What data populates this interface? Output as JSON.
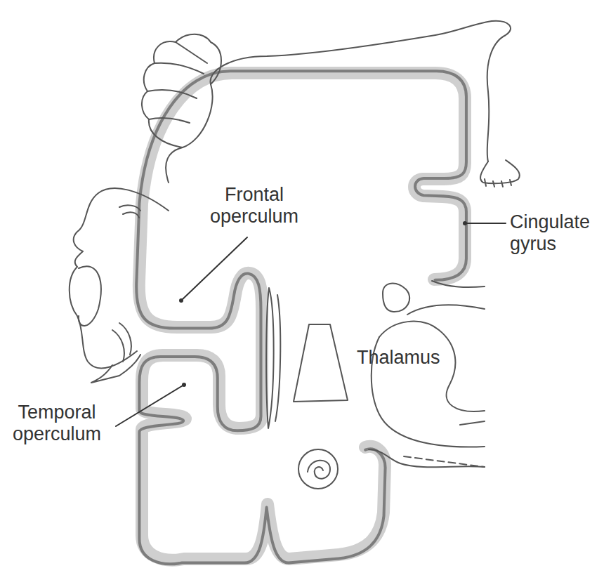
{
  "diagram": {
    "labels": [
      "Frontal operculum",
      "Temporal operculum",
      "Cingulate gyrus",
      "Thalamus"
    ]
  }
}
